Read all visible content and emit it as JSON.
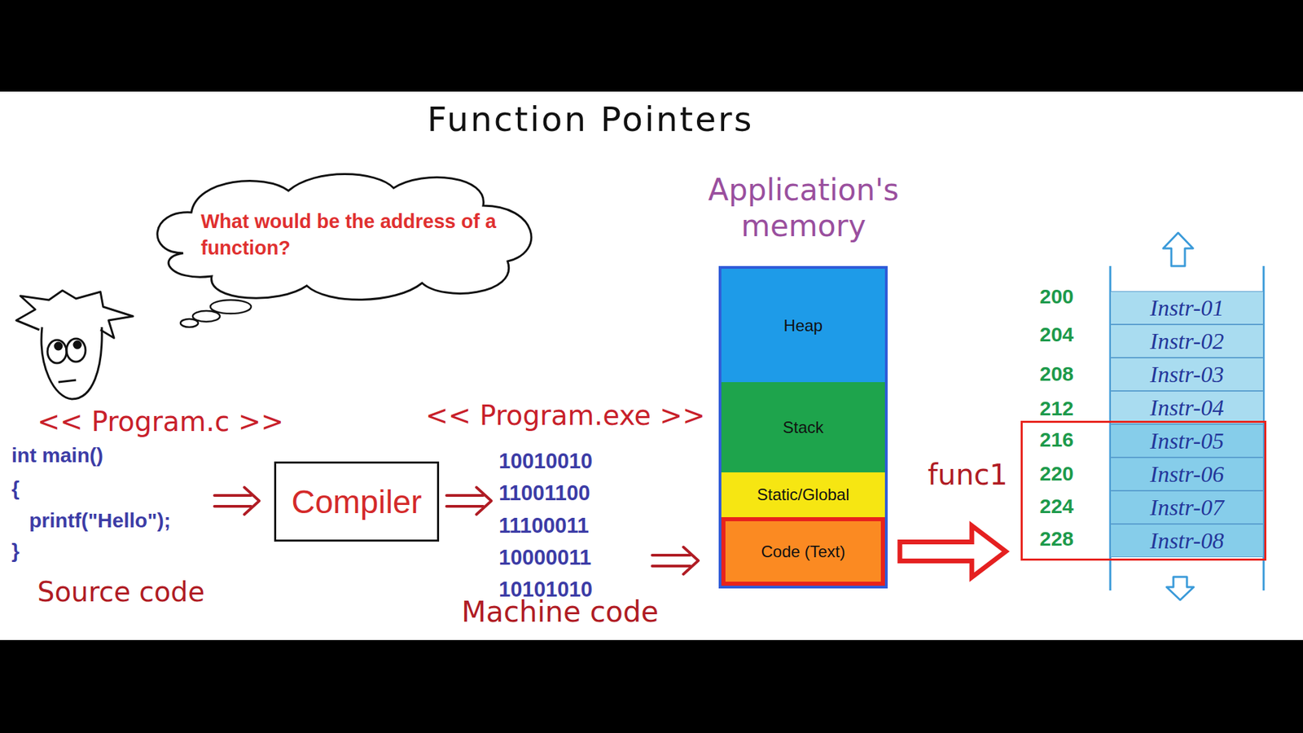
{
  "diagram": {
    "title": "Function Pointers",
    "nodes": [
      {
        "text": [
          "What would be the address of a function?"
        ]
      },
      {
        "text": [
          "Compiler"
        ]
      },
      {
        "text": [
          "Application's memory"
        ]
      },
      {
        "text": [
          "Heap"
        ],
        "in": 2
      },
      {
        "text": [
          "Stack"
        ],
        "in": 2
      },
      {
        "text": [
          "Static/Global"
        ],
        "in": 2
      },
      {
        "text": [
          "Code (Text)"
        ],
        "in": 2
      },
      {
        "text": [
          "Instr-01"
        ]
      },
      {
        "text": [
          "Instr-02"
        ]
      },
      {
        "text": [
          "Instr-03"
        ]
      },
      {
        "text": [
          "Instr-04"
        ]
      },
      {
        "text": [
          "func1"
        ]
      },
      {
        "text": [
          "Instr-05"
        ],
        "in": 11
      },
      {
        "text": [
          "Instr-06"
        ],
        "in": 11
      },
      {
        "text": [
          "Instr-07"
        ],
        "in": 11
      },
      {
        "text": [
          "Instr-08"
        ],
        "in": 11
      }
    ],
    "edges": [
      {
        "from": 6,
        "to": 11,
        "arrow": "to"
      }
    ],
    "labels": [
      "<< Program.c >>",
      "int main()",
      "{",
      "printf(\"Hello\");",
      "}",
      "Source code",
      "<< Program.exe >>",
      "10010010",
      "11001100",
      "11100011",
      "10000011",
      "10101010",
      "Machine code",
      "200",
      "204",
      "208",
      "212",
      "216",
      "220",
      "224",
      "228"
    ]
  }
}
